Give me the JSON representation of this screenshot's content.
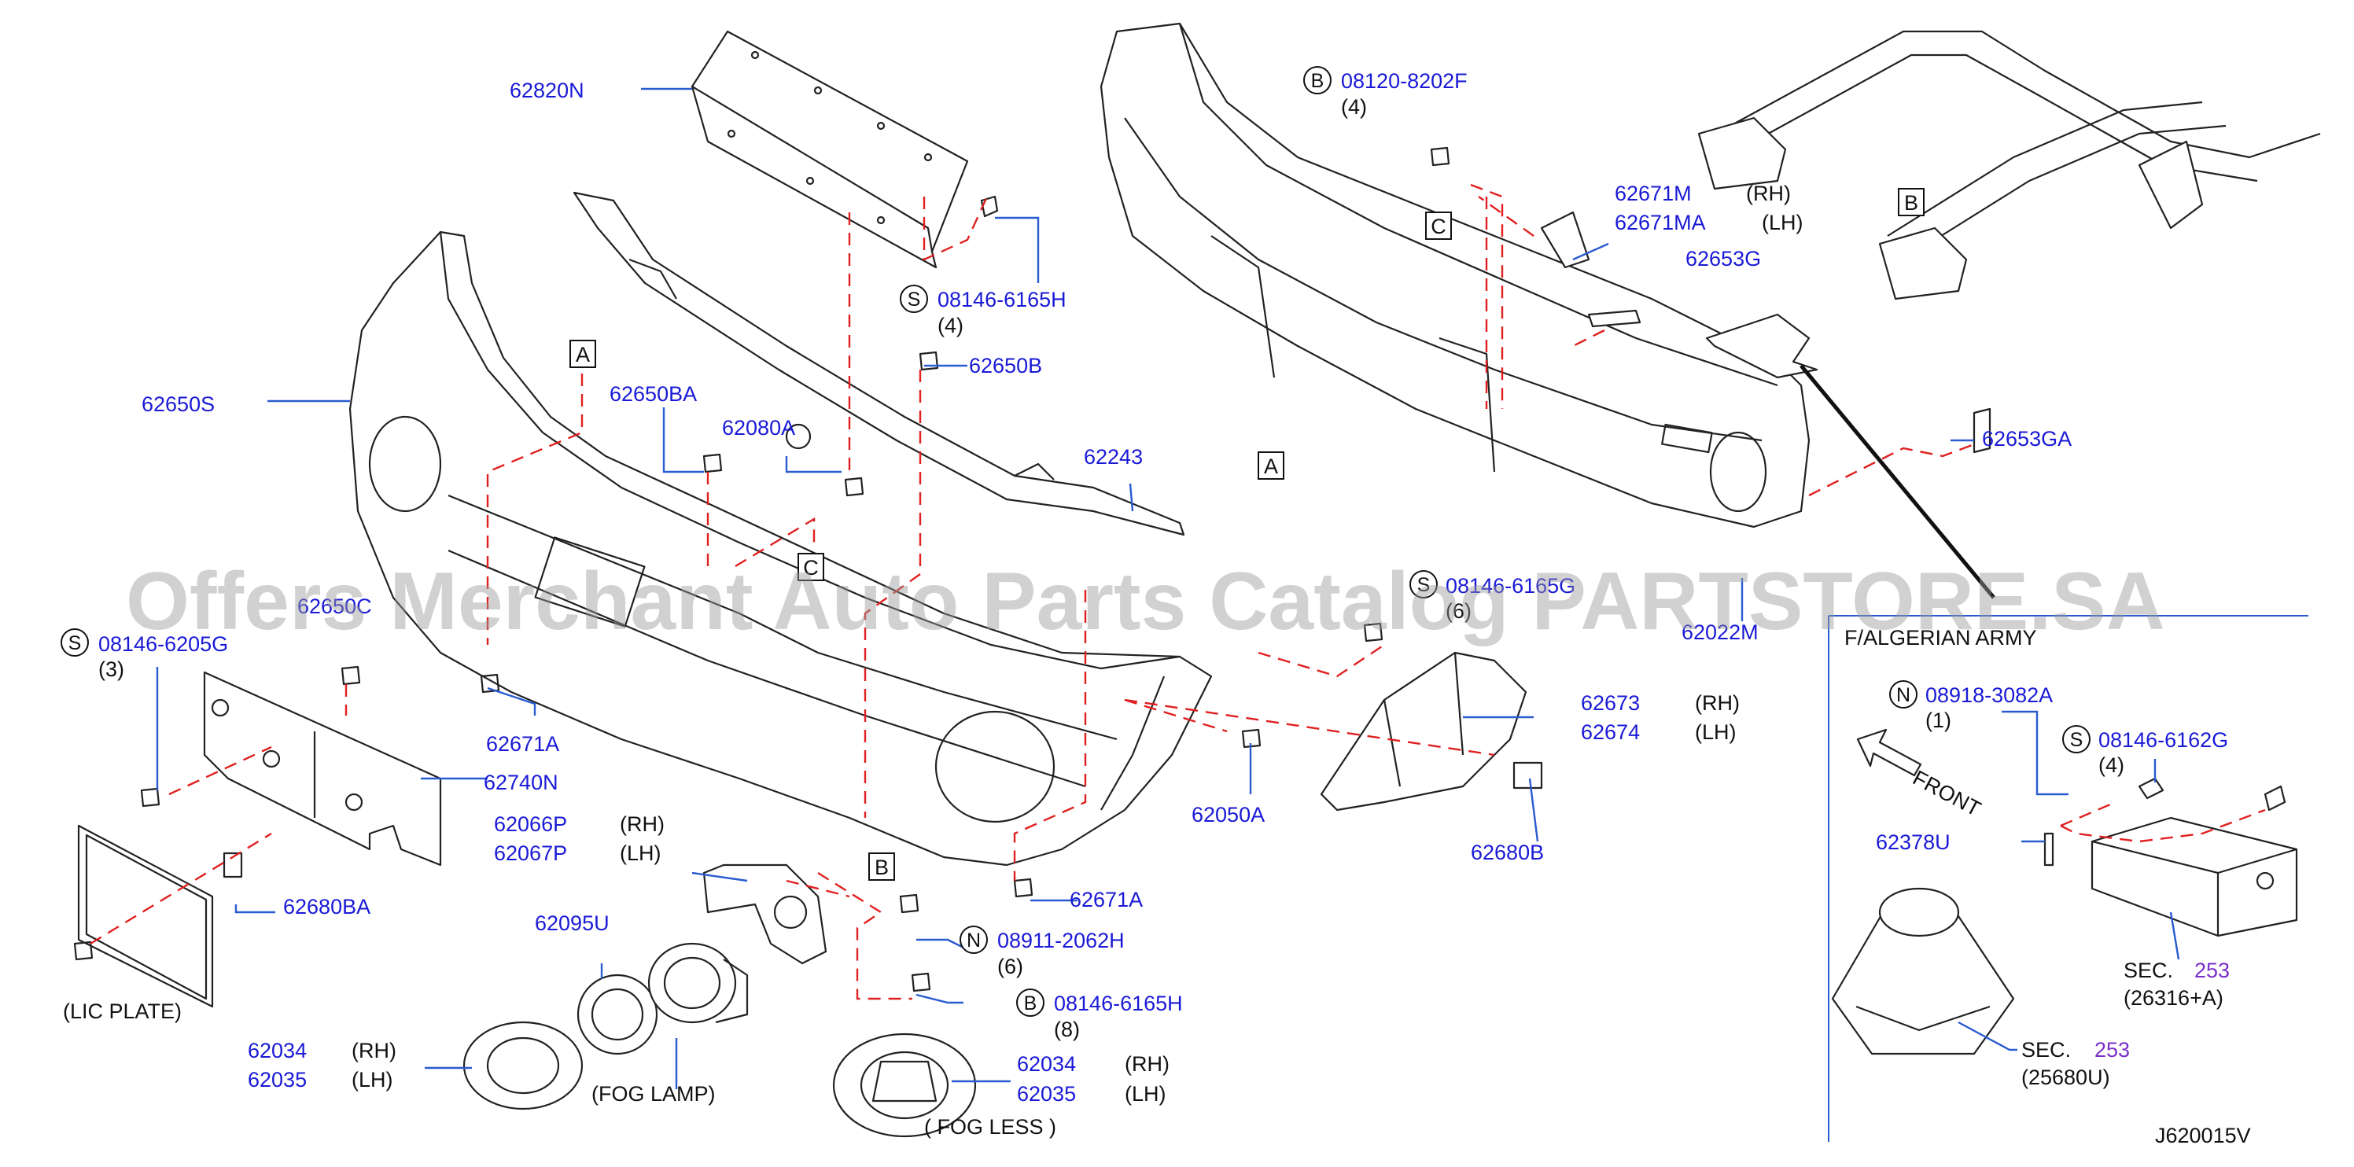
{
  "watermark": "Offers Merchant Auto Parts Catalog PARTSTORE.SA",
  "diagram_id": "J620015V",
  "inset": {
    "title": "F/ALGERIAN   ARMY",
    "direction": "FRONT"
  },
  "ref_boxes": {
    "a1": "A",
    "a2": "A",
    "b1": "B",
    "b2": "B",
    "c1": "C",
    "c2": "C"
  },
  "circles": {
    "s_6205G": "S",
    "s_6165H": "S",
    "s_6165G": "S",
    "s_6162G": "S",
    "b_8202F": "B",
    "b_6165H": "B",
    "n_2062H": "N",
    "n_3082A": "N"
  },
  "labels": {
    "p62820N": "62820N",
    "p08120_8202F": "08120-8202F",
    "q08120_8202F": "(4)",
    "p62671M": "62671M",
    "p62671MA": "62671MA",
    "rh_62671M": "(RH)",
    "lh_62671MA": "(LH)",
    "p62653G": "62653G",
    "p08146_6165H_a": "08146-6165H",
    "q08146_6165H_a": "(4)",
    "p62650B": "62650B",
    "p62650S": "62650S",
    "p62650BA": "62650BA",
    "p62080A": "62080A",
    "p62243": "62243",
    "p62653GA": "62653GA",
    "p62022M": "62022M",
    "p08146_6165G": "08146-6165G",
    "q08146_6165G": "(6)",
    "p62650C": "62650C",
    "p08146_6205G": "08146-6205G",
    "q08146_6205G": "(3)",
    "p62671A_a": "62671A",
    "p62740N": "62740N",
    "p62673": "62673",
    "rh_62673": "(RH)",
    "p62674": "62674",
    "lh_62674": "(LH)",
    "p62050A": "62050A",
    "p62066P": "62066P",
    "rh_62066P": "(RH)",
    "p62067P": "62067P",
    "lh_62067P": "(LH)",
    "p62680BA": "62680BA",
    "p62680B": "62680B",
    "p62671A_b": "62671A",
    "p62095U": "62095U",
    "p08911_2062H": "08911-2062H",
    "q08911_2062H": "(6)",
    "p08146_6165H_b": "08146-6165H",
    "q08146_6165H_b": "(8)",
    "lic_plate": "(LIC   PLATE)",
    "p62034_a": "62034",
    "rh_62034_a": "(RH)",
    "p62035_a": "62035",
    "lh_62035_a": "(LH)",
    "fog_lamp": "(FOG   LAMP)",
    "p62034_b": "62034",
    "rh_62034_b": "(RH)",
    "p62035_b": "62035",
    "lh_62035_b": "(LH)",
    "fog_less": "( FOG   LESS )",
    "p08918_3082A": "08918-3082A",
    "q08918_3082A": "(1)",
    "p08146_6162G": "08146-6162G",
    "q08146_6162G": "(4)",
    "p62378U": "62378U",
    "sec1_prefix": "SEC.",
    "sec1_num": "253",
    "sec1_ref": "(26316+A)",
    "sec2_prefix": "SEC.",
    "sec2_num": "253",
    "sec2_ref": "(25680U)"
  }
}
